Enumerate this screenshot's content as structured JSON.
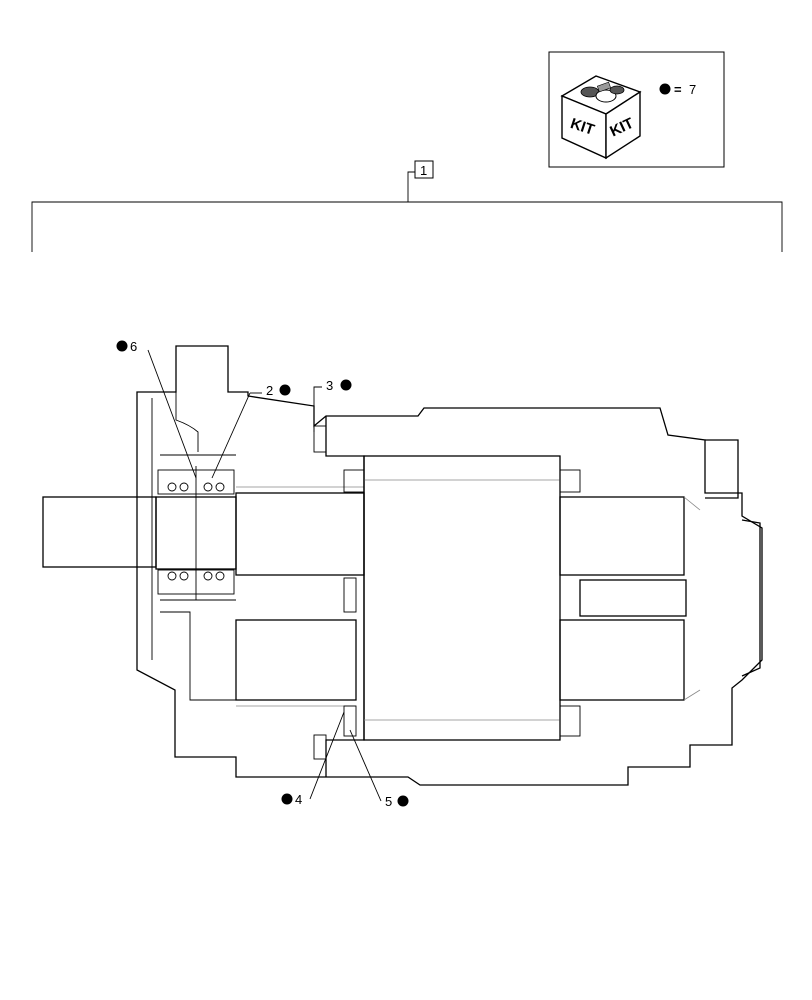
{
  "kit_legend": {
    "box_text_left": "KIT",
    "box_text_right": "KIT",
    "equals": "=",
    "item_number": "7"
  },
  "assembly": {
    "item_number": "1"
  },
  "callouts": [
    {
      "id": "6",
      "label": "6",
      "in_kit": true
    },
    {
      "id": "2",
      "label": "2",
      "in_kit": true
    },
    {
      "id": "3",
      "label": "3",
      "in_kit": true
    },
    {
      "id": "4",
      "label": "4",
      "in_kit": true
    },
    {
      "id": "5",
      "label": "5",
      "in_kit": true
    }
  ],
  "colors": {
    "line": "#000000",
    "kit_shading": "#555555",
    "background": "#ffffff"
  }
}
